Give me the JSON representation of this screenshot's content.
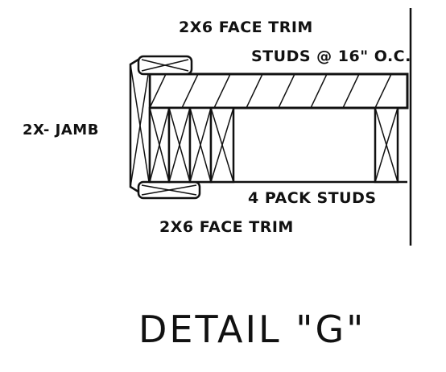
{
  "labels": {
    "face_trim_top": "2X6 FACE TRIM",
    "studs_spacing": "STUDS @ 16\" O.C.",
    "jamb": "2X- JAMB",
    "pack_studs": "4 PACK STUDS",
    "face_trim_bottom": "2X6 FACE TRIM"
  },
  "title": "DETAIL \"G\"",
  "colors": {
    "ink": "#111111",
    "paper": "#ffffff"
  }
}
